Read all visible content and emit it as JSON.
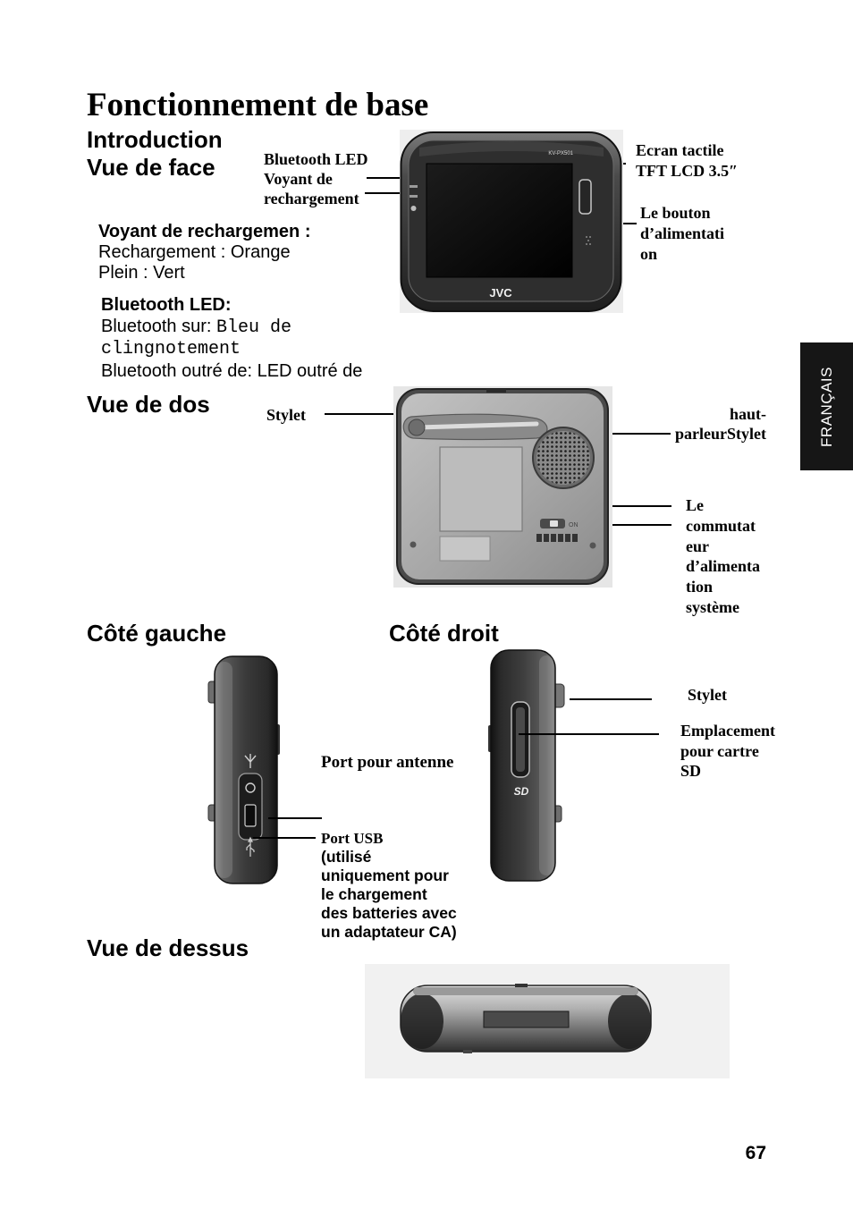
{
  "page": {
    "title": "Fonctionnement de base",
    "side_tab": "FRANÇAIS",
    "page_number": "67"
  },
  "introduction": {
    "heading": "Introduction"
  },
  "front_view": {
    "heading": "Vue de face",
    "callouts": {
      "bluetooth_led": "Bluetooth LED",
      "charge_led": [
        "Voyant de",
        "rechargement"
      ],
      "screen": [
        "Ecran tactile",
        "TFT LCD 3.5″"
      ],
      "power_button": [
        "Le bouton",
        "d’alimentati",
        "on"
      ]
    },
    "charge_legend": {
      "title": "Voyant de rechargemen :",
      "lines": [
        "Rechargement : Orange",
        "Plein : Vert"
      ]
    },
    "bluetooth_legend": {
      "title": "Bluetooth LED:",
      "on_label": "Bluetooth sur: ",
      "on_value": [
        "Bleu de",
        "clingnotement"
      ],
      "off_line": "Bluetooth outré de: LED outré de"
    },
    "device_markings": {
      "model": "KV-PX501",
      "logo": "JVC"
    }
  },
  "back_view": {
    "heading": "Vue de dos",
    "callouts": {
      "stylus": "Stylet",
      "speaker": [
        "haut-",
        "parleurStylet"
      ],
      "power_switch": [
        "Le",
        "commutat",
        "eur",
        "d’alimenta",
        "tion",
        "système"
      ]
    },
    "device_markings": {
      "switch": "ON"
    }
  },
  "left_side": {
    "heading": "Côté gauche",
    "callouts": {
      "antenna_port": "Port pour antenne",
      "usb_port_title": "Port USB",
      "usb_port_note": [
        "(utilisé",
        "uniquement pour",
        "le chargement",
        "des batteries avec",
        "un adaptateur CA)"
      ]
    }
  },
  "right_side": {
    "heading": "Côté droit",
    "callouts": {
      "stylus": "Stylet",
      "sd_slot": [
        "Emplacement",
        "pour cartre",
        "SD"
      ]
    },
    "device_markings": {
      "sd_logo": "SD"
    }
  },
  "top_view": {
    "heading": "Vue de dessus"
  }
}
